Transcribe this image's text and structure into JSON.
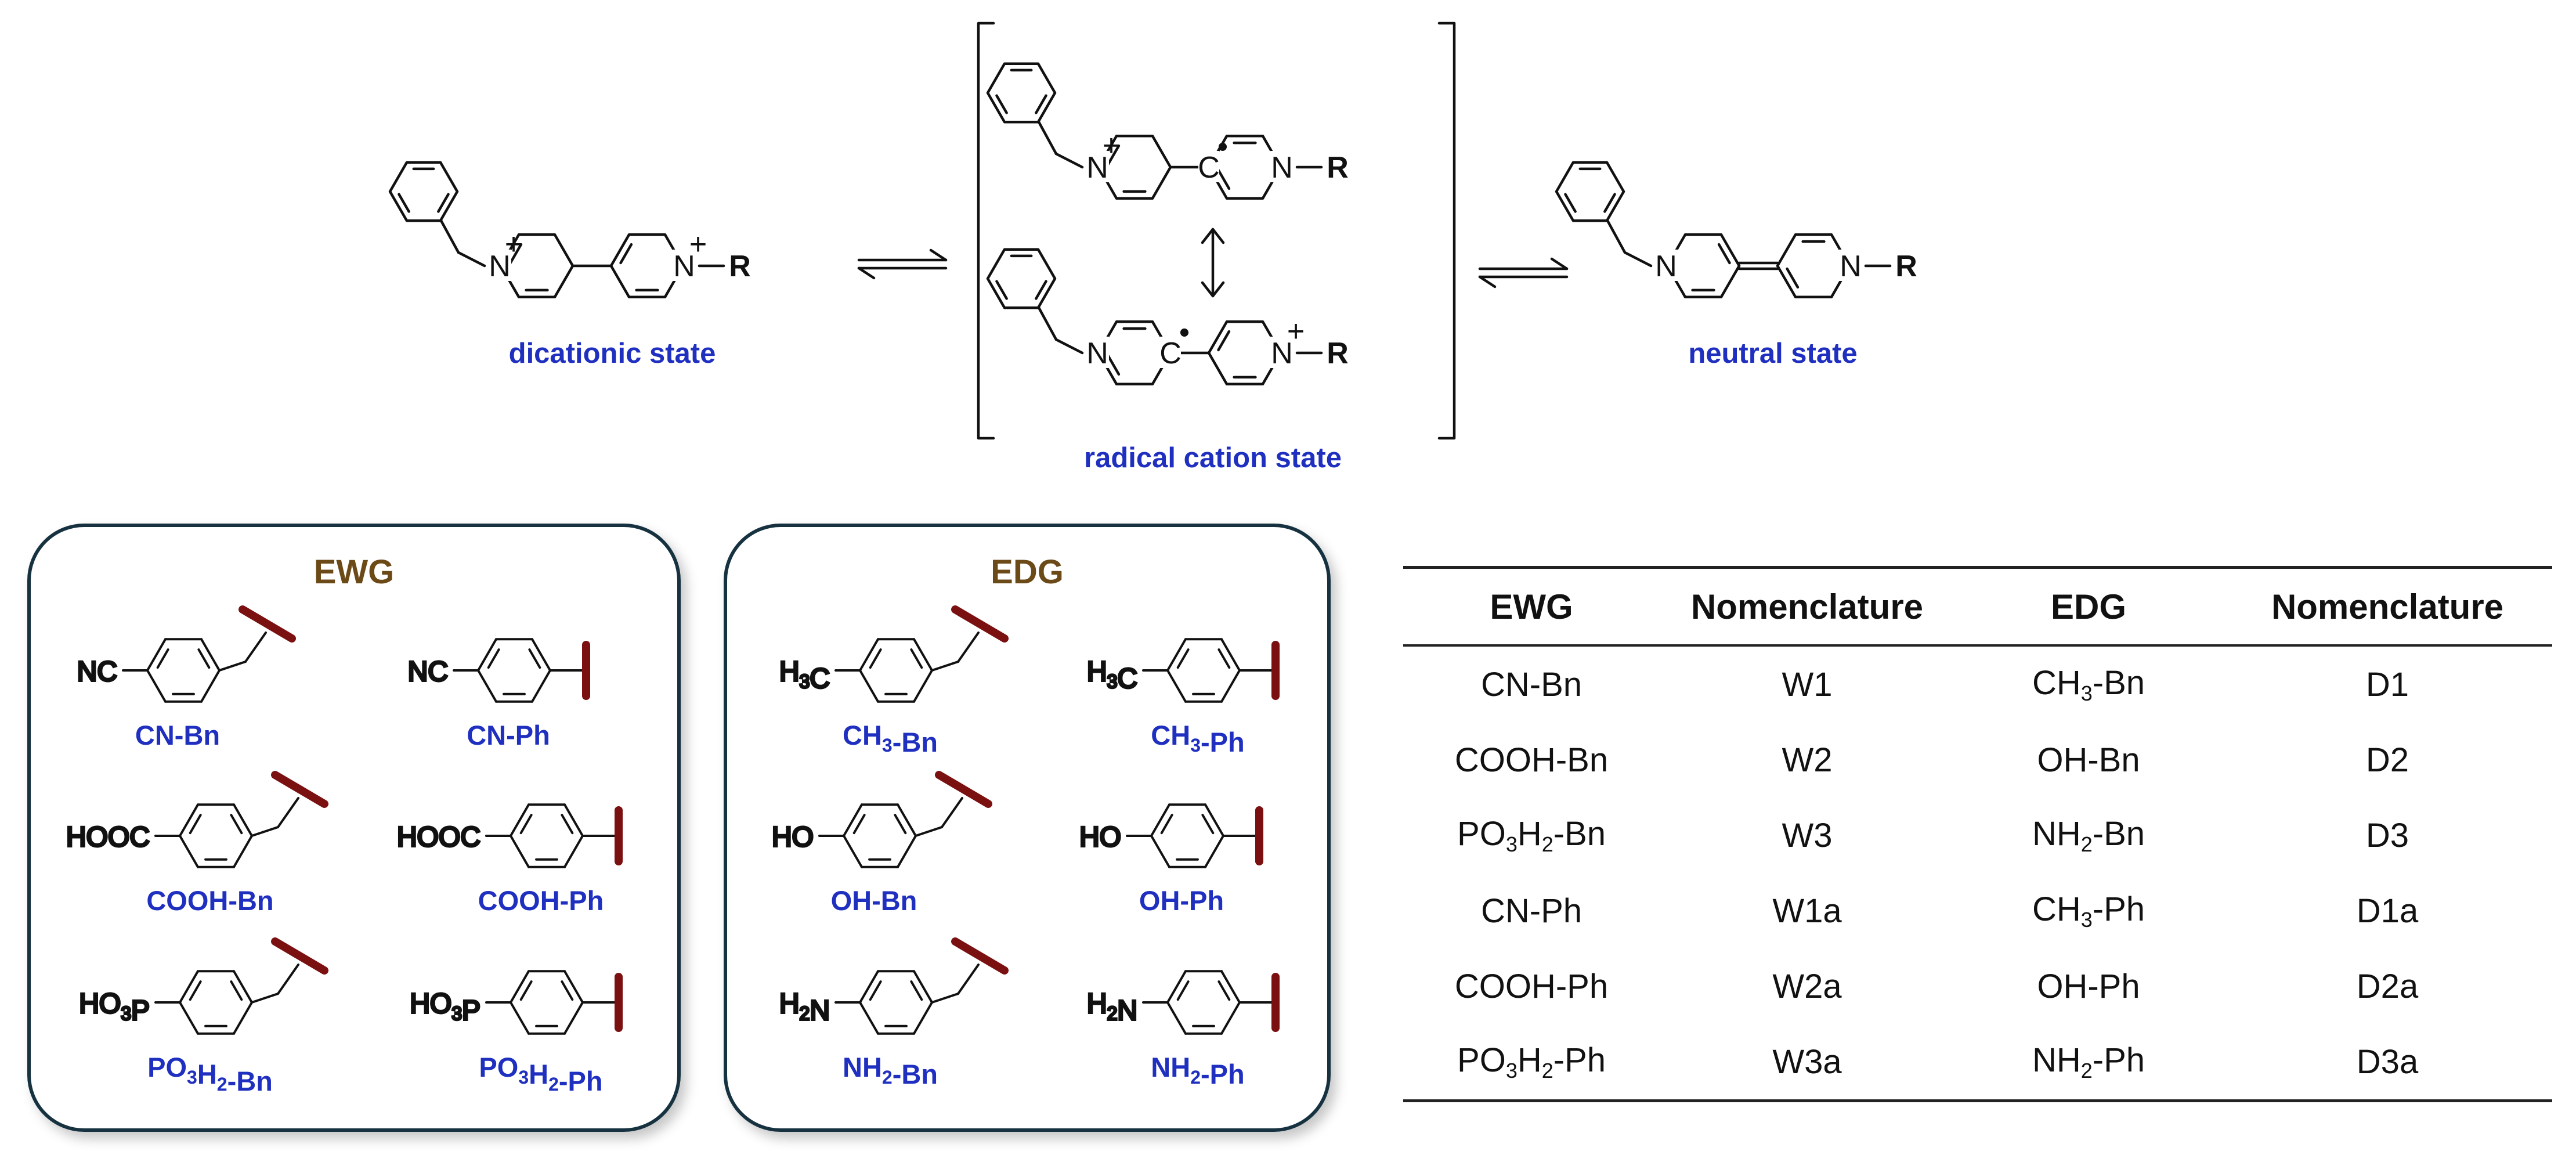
{
  "states": {
    "dicationic": "dicationic state",
    "radical": "radical cation state",
    "neutral": "neutral state"
  },
  "atoms": {
    "N": "N",
    "C": "C",
    "R": "R",
    "plus": "+",
    "dash": "–",
    "radical_dot": "•"
  },
  "groups": {
    "ewg_title": "EWG",
    "edg_title": "EDG",
    "ewg": [
      {
        "label": "CN-Bn",
        "substituent": "NC",
        "linker": "Bn"
      },
      {
        "label": "CN-Ph",
        "substituent": "NC",
        "linker": "Ph"
      },
      {
        "label": "COOH-Bn",
        "substituent": "HOOC",
        "linker": "Bn"
      },
      {
        "label": "COOH-Ph",
        "substituent": "HOOC",
        "linker": "Ph"
      },
      {
        "label": "PO3H2-Bn",
        "label_html": "PO<sub>3</sub>H<sub>2</sub>-Bn",
        "substituent": "HO3P",
        "substituent_html": "HO<tspan font-size='34' dy='12'>3</tspan><tspan dy='-12'>P</tspan>",
        "linker": "Bn"
      },
      {
        "label": "PO3H2-Ph",
        "label_html": "PO<sub>3</sub>H<sub>2</sub>-Ph",
        "substituent": "HO3P",
        "linker": "Ph"
      }
    ],
    "edg": [
      {
        "label": "CH3-Bn",
        "substituent": "H3C",
        "linker": "Bn"
      },
      {
        "label": "CH3-Ph",
        "substituent": "H3C",
        "linker": "Ph"
      },
      {
        "label": "OH-Bn",
        "substituent": "HO",
        "linker": "Bn"
      },
      {
        "label": "OH-Ph",
        "substituent": "HO",
        "linker": "Ph"
      },
      {
        "label": "NH2-Bn",
        "substituent": "H2N",
        "linker": "Bn"
      },
      {
        "label": "NH2-Ph",
        "substituent": "H2N",
        "linker": "Ph"
      }
    ]
  },
  "table": {
    "headers": [
      "EWG",
      "Nomenclature",
      "EDG",
      "Nomenclature"
    ],
    "rows": [
      [
        "CN-Bn",
        "W1",
        "CH3-Bn",
        "D1"
      ],
      [
        "COOH-Bn",
        "W2",
        "OH-Bn",
        "D2"
      ],
      [
        "PO3H2-Bn",
        "W3",
        "NH2-Bn",
        "D3"
      ],
      [
        "CN-Ph",
        "W1a",
        "CH3-Ph",
        "D1a"
      ],
      [
        "COOH-Ph",
        "W2a",
        "OH-Ph",
        "D2a"
      ],
      [
        "PO3H2-Ph",
        "W3a",
        "NH2-Ph",
        "D3a"
      ]
    ]
  },
  "colors": {
    "label_blue": "#1f2fbf",
    "title_brown": "#6b4a17",
    "anchor_red": "#7a1010",
    "box_border": "#17323f"
  }
}
